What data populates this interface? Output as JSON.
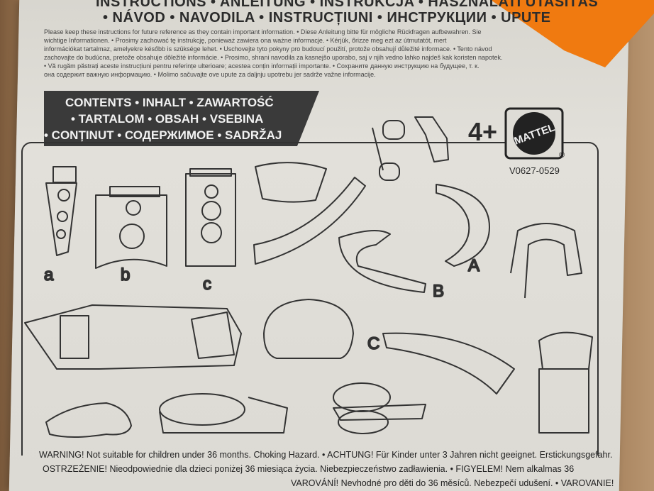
{
  "header": {
    "title_line1": "INSTRUCTIONS • ANLEITUNG • INSTRUKCJA • HASZNÁLATI UTASÍTÁS",
    "title_line2": "• NÁVOD • NAVODILA • INSTRUCȚIUNI • ИНСТРУКЦИИ • UPUTE",
    "notice_lines": [
      "Please keep these instructions for future reference as they contain important information. • Diese Anleitung bitte für mögliche Rückfragen aufbewahren. Sie",
      "wichtige Informationen. • Prosimy zachować tę instrukcję, ponieważ zawiera ona ważne informacje. • Kérjük, őrizze meg ezt az útmutatót, mert",
      "információkat tartalmaz, amelyekre később is szüksége lehet. • Uschovejte tyto pokyny pro budoucí použití, protože obsahují důležité informace. • Tento návod",
      "zachovajte do budúcna, pretože obsahuje dôležité informácie. • Prosimo, shrani navodila za kasnejšo uporabo, saj v njih vedno lahko najdeš kak koristen napotek.",
      "• Vă rugăm păstrați aceste instrucțiuni pentru referințe ulterioare; acestea conțin informații importante. • Сохраните данную инструкцию на будущее, т. к.",
      "она содержит важную информацию. • Molimo sačuvajte ove upute za daljnju upotrebu jer sadrže važne informacije."
    ]
  },
  "contents_banner": {
    "line1": "CONTENTS • INHALT • ZAWARTOŚĆ",
    "line2": "• TARTALOM • OBSAH • VSEBINA",
    "line3": "• CONȚINUT • СОДЕРЖИМОЕ • SADRŽAJ"
  },
  "age_badge": "4+",
  "brand": "MATTEL",
  "registered": "®",
  "product_code": "V0627-0529",
  "part_labels": {
    "a": "a",
    "b": "b",
    "c": "c",
    "A": "A",
    "B": "B",
    "C": "C"
  },
  "warning": {
    "line1": "WARNING! Not suitable for children under 36 months. Choking Hazard. • ACHTUNG! Für Kinder unter 3 Jahren nicht geeignet. Erstickungsgefahr.",
    "line2": "OSTRZEŻENIE! Nieodpowiednie dla dzieci poniżej 36 miesiąca życia. Niebezpieczeństwo zadławienia. • FIGYELEM! Nem alkalmas 36",
    "line3": "VAROVÁNÍ! Nevhodné pro děti do 36 měsíců. Nebezpečí udušení. • VAROVANIE!"
  },
  "colors": {
    "paper": "#dedcd6",
    "ink": "#2c2c2c",
    "banner": "#3a3a3a",
    "orange": "#f07a10",
    "wood": "#8a6a4a"
  }
}
